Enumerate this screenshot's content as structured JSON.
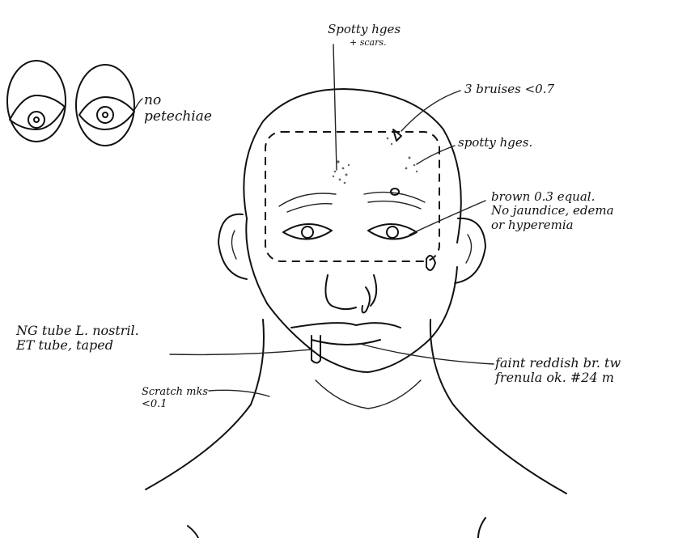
{
  "annotations": {
    "spotty_scalp": {
      "line1": "Spotty hges",
      "line2": "+ scars."
    },
    "eyes": {
      "line1": "no",
      "line2": "petechiae"
    },
    "bruises": "3 bruises <0.7",
    "spotty_forehead": "spotty hges.",
    "eye_detail": {
      "line1": "brown 0.3 equal.",
      "line2": "No jaundice, edema",
      "line3": "or hyperemia"
    },
    "tubes": {
      "line1": "NG tube L. nostril.",
      "line2": "ET tube, taped"
    },
    "lip": {
      "line1": "faint reddish br. tw",
      "line2": "frenula ok. #24 m"
    },
    "neck": {
      "line1": "Scratch mks",
      "line2": "<0.1"
    }
  },
  "colors": {
    "ink": "#111111",
    "paper": "#ffffff"
  }
}
